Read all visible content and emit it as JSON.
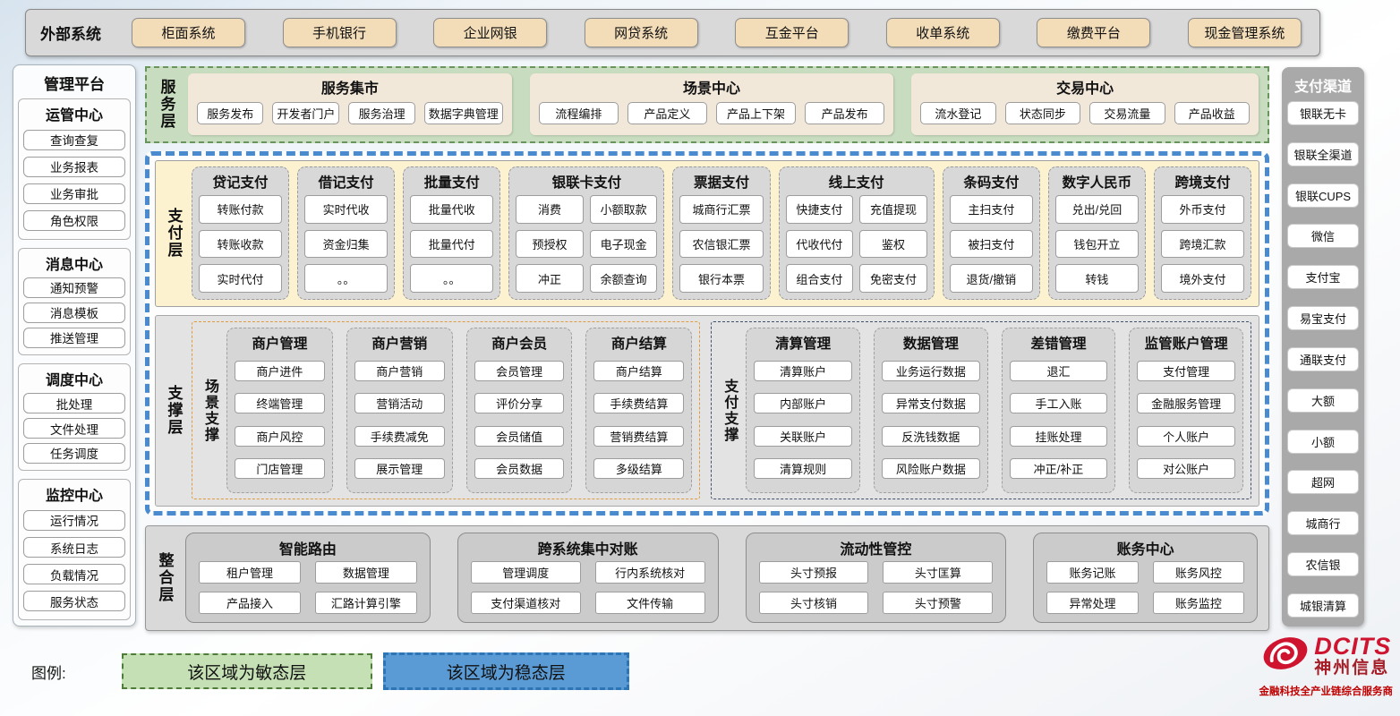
{
  "external": {
    "label": "外部系统",
    "systems": [
      "柜面系统",
      "手机银行",
      "企业网银",
      "网贷系统",
      "互金平台",
      "收单系统",
      "缴费平台",
      "现金管理系统"
    ]
  },
  "management": {
    "title": "管理平台",
    "sections": [
      {
        "title": "运管中心",
        "items": [
          "查询查复",
          "业务报表",
          "业务审批",
          "角色权限"
        ]
      },
      {
        "title": "消息中心",
        "items": [
          "通知预警",
          "消息模板",
          "推送管理"
        ]
      },
      {
        "title": "调度中心",
        "items": [
          "批处理",
          "文件处理",
          "任务调度"
        ]
      },
      {
        "title": "监控中心",
        "items": [
          "运行情况",
          "系统日志",
          "负载情况",
          "服务状态"
        ]
      }
    ]
  },
  "service_layer": {
    "label": "服务层",
    "groups": [
      {
        "title": "服务集市",
        "items": [
          "服务发布",
          "开发者门户",
          "服务治理",
          "数据字典管理"
        ]
      },
      {
        "title": "场景中心",
        "items": [
          "流程编排",
          "产品定义",
          "产品上下架",
          "产品发布"
        ]
      },
      {
        "title": "交易中心",
        "items": [
          "流水登记",
          "状态同步",
          "交易流量",
          "产品收益"
        ]
      }
    ]
  },
  "payment_layer": {
    "label": "支付层",
    "groups": [
      {
        "title": "贷记支付",
        "cols": 1,
        "items": [
          "转账付款",
          "转账收款",
          "实时代付"
        ]
      },
      {
        "title": "借记支付",
        "cols": 1,
        "items": [
          "实时代收",
          "资金归集",
          "。。"
        ]
      },
      {
        "title": "批量支付",
        "cols": 1,
        "items": [
          "批量代收",
          "批量代付",
          "。。"
        ]
      },
      {
        "title": "银联卡支付",
        "cols": 2,
        "items": [
          "消费",
          "小额取款",
          "预授权",
          "电子现金",
          "冲正",
          "余额查询"
        ]
      },
      {
        "title": "票据支付",
        "cols": 1,
        "items": [
          "城商行汇票",
          "农信银汇票",
          "银行本票"
        ]
      },
      {
        "title": "线上支付",
        "cols": 2,
        "items": [
          "快捷支付",
          "充值提现",
          "代收代付",
          "鉴权",
          "组合支付",
          "免密支付"
        ]
      },
      {
        "title": "条码支付",
        "cols": 1,
        "items": [
          "主扫支付",
          "被扫支付",
          "退货/撤销"
        ]
      },
      {
        "title": "数字人民币",
        "cols": 1,
        "items": [
          "兑出/兑回",
          "钱包开立",
          "转钱"
        ]
      },
      {
        "title": "跨境支付",
        "cols": 1,
        "items": [
          "外币支付",
          "跨境汇款",
          "境外支付"
        ]
      }
    ]
  },
  "support_layer": {
    "label": "支撑层",
    "sections": [
      {
        "label": "场景支撑",
        "accent": "orange",
        "groups": [
          {
            "title": "商户管理",
            "items": [
              "商户进件",
              "终端管理",
              "商户风控",
              "门店管理"
            ]
          },
          {
            "title": "商户营销",
            "items": [
              "商户营销",
              "营销活动",
              "手续费减免",
              "展示管理"
            ]
          },
          {
            "title": "商户会员",
            "items": [
              "会员管理",
              "评价分享",
              "会员储值",
              "会员数据"
            ]
          },
          {
            "title": "商户结算",
            "items": [
              "商户结算",
              "手续费结算",
              "营销费结算",
              "多级结算"
            ]
          }
        ]
      },
      {
        "label": "支付支撑",
        "accent": "dark",
        "groups": [
          {
            "title": "清算管理",
            "items": [
              "清算账户",
              "内部账户",
              "关联账户",
              "清算规则"
            ]
          },
          {
            "title": "数据管理",
            "items": [
              "业务运行数据",
              "异常支付数据",
              "反洗钱数据",
              "风险账户数据"
            ]
          },
          {
            "title": "差错管理",
            "items": [
              "退汇",
              "手工入账",
              "挂账处理",
              "冲正/补正"
            ]
          },
          {
            "title": "监管账户管理",
            "items": [
              "支付管理",
              "金融服务管理",
              "个人账户",
              "对公账户"
            ]
          }
        ]
      }
    ]
  },
  "integration_layer": {
    "label": "整合层",
    "groups": [
      {
        "title": "智能路由",
        "items": [
          "租户管理",
          "数据管理",
          "产品接入",
          "汇路计算引擎"
        ]
      },
      {
        "title": "跨系统集中对账",
        "items": [
          "管理调度",
          "行内系统核对",
          "支付渠道核对",
          "文件传输"
        ]
      },
      {
        "title": "流动性管控",
        "items": [
          "头寸预报",
          "头寸匡算",
          "头寸核销",
          "头寸预警"
        ]
      },
      {
        "title": "账务中心",
        "items": [
          "账务记账",
          "账务风控",
          "异常处理",
          "账务监控"
        ]
      }
    ]
  },
  "channels": {
    "title": "支付渠道",
    "items": [
      "银联无卡",
      "银联全渠道",
      "银联CUPS",
      "微信",
      "支付宝",
      "易宝支付",
      "通联支付",
      "大额",
      "小额",
      "超网",
      "城商行",
      "农信银",
      "城银清算"
    ]
  },
  "legend": {
    "label": "图例:",
    "agile": "该区域为敏态层",
    "stable": "该区域为稳态层"
  },
  "logo": {
    "brand": "DCITS",
    "company": "神州信息",
    "tagline": "金融科技全产业链综合服务商"
  },
  "colors": {
    "agile_green_bg": "#c5e0b4",
    "agile_green_border": "#538135",
    "stable_blue_bg": "#5b9bd5",
    "stable_blue_border": "#2e75b6",
    "service_layer_bg": "#c8dcbf",
    "payment_layer_bg": "#fcf2d0",
    "external_button_bg": "#f3ddb9",
    "gray_panel": "#d9d9d9",
    "channel_panel_bg": "#a9a9a9",
    "scene_support_accent": "#e09a3e",
    "payment_support_accent": "#41506b",
    "brand_red": "#cf1430"
  }
}
